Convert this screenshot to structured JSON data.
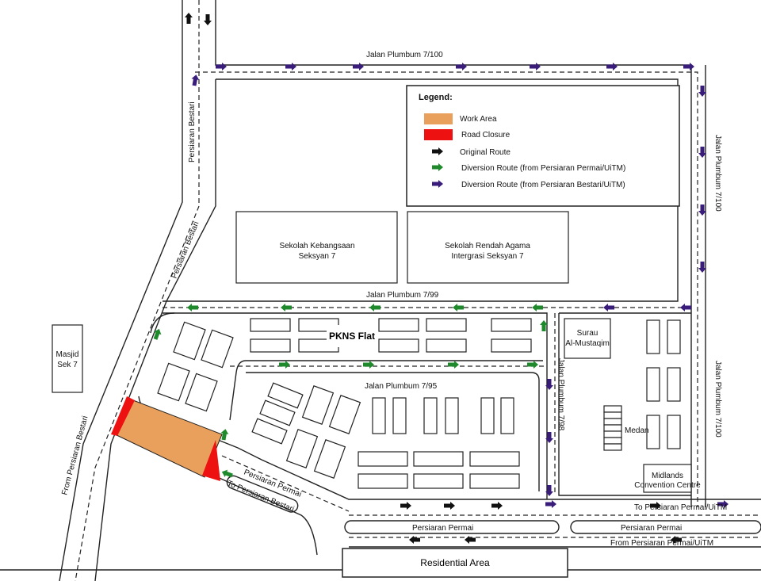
{
  "legend": {
    "title": "Legend:",
    "items": [
      {
        "label": "Work Area",
        "color": "#e8a05c"
      },
      {
        "label": "Road Closure",
        "color": "#ee1111"
      },
      {
        "label": "Original Route",
        "color": "#111111"
      },
      {
        "label": "Diversion Route (from Persiaran Permai/UiTM)",
        "color": "#1f8a2c"
      },
      {
        "label": "Diversion Route (from Persiaran Bestari/UiTM)",
        "color": "#3a1d7a"
      }
    ]
  },
  "roads": {
    "plumbum_7_100_top": "Jalan Plumbum 7/100",
    "plumbum_7_100_right_1": "Jalan Plumbum 7/100",
    "plumbum_7_100_right_2": "Jalan Plumbum 7/100",
    "plumbum_7_99": "Jalan Plumbum 7/99",
    "plumbum_7_95": "Jalan Plumbum 7/95",
    "plumbum_7_98": "Jalan Plumbum 7/98",
    "bestari_1": "Persiaran Bestari",
    "bestari_2": "Persiaran Bestari",
    "permai_1": "Persiaran Permai",
    "permai_2": "Persiaran Permai",
    "permai_3": "Persiaran Permai",
    "to_bestari": "To Persiaran Bestari",
    "from_bestari": "From Persiaran Bestari",
    "to_permai_uitm": "To Persiaran Permai/UiTM",
    "from_permai_uitm": "From  Persiaran Permai/UiTM"
  },
  "places": {
    "sk_line1": "Sekolah Kebangsaan",
    "sk_line2": "Seksyan 7",
    "sra_line1": "Sekolah Rendah Agama",
    "sra_line2": "Intergrasi Seksyan 7",
    "pkns": "PKNS Flat",
    "surau_line1": "Surau",
    "surau_line2": "Al-Mustaqim",
    "medan": "Medan",
    "midlands_line1": "Midlands",
    "midlands_line2": "Convention Centre",
    "masjid_line1": "Masjid",
    "masjid_line2": "Sek 7",
    "residential": "Residential Area"
  }
}
